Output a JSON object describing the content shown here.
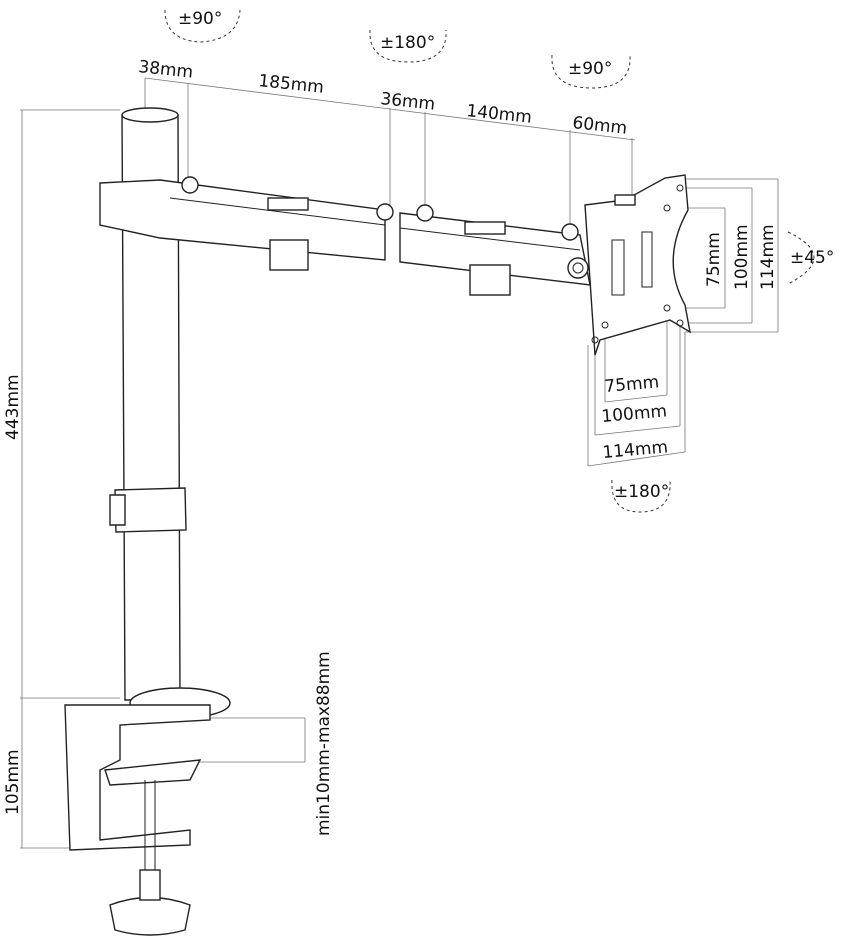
{
  "diagram": {
    "rotations": {
      "pole_top": "±90°",
      "arm_joint": "±180°",
      "head_pan": "±90°",
      "tilt": "±45°",
      "rotation": "±180°"
    },
    "arm_dims": {
      "d1": "38mm",
      "d2": "185mm",
      "d3": "36mm",
      "d4": "140mm",
      "d5": "60mm"
    },
    "vesa_vertical": {
      "v1": "75mm",
      "v2": "100mm",
      "v3": "114mm"
    },
    "vesa_horizontal": {
      "h1": "75mm",
      "h2": "100mm",
      "h3": "114mm"
    },
    "pole_height": "443mm",
    "clamp_height": "105mm",
    "desk_thickness": "min10mm-max88mm"
  }
}
